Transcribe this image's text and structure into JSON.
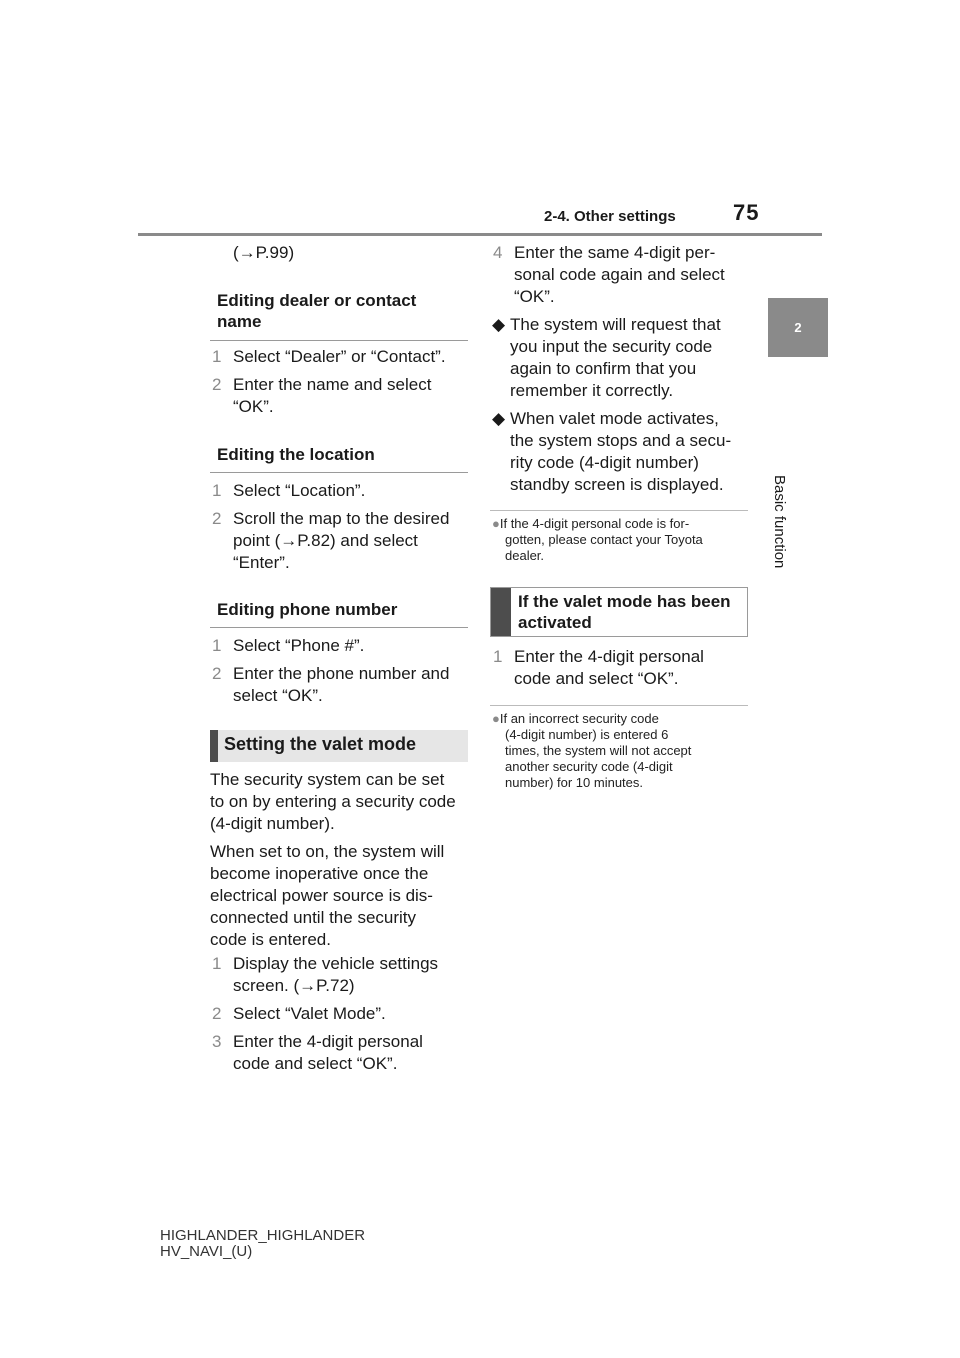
{
  "header": {
    "section_title": "2-4. Other settings",
    "page_number": "75",
    "tab_number": "2",
    "tab_label": "Basic function"
  },
  "left": {
    "ref_p99": "(→P.99)",
    "dealer_heading_1": "Editing dealer or contact",
    "dealer_heading_2": "name",
    "dealer_step1_num": "1",
    "dealer_step1": "Select “Dealer” or “Contact”.",
    "dealer_step2_num": "2",
    "dealer_step2_a": "Enter the name and select",
    "dealer_step2_b": "“OK”.",
    "location_heading": "Editing the location",
    "loc_step1_num": "1",
    "loc_step1": "Select “Location”.",
    "loc_step2_num": "2",
    "loc_step2_a": "Scroll the map to the desired",
    "loc_step2_b": "point (→P.82) and select",
    "loc_step2_c": "“Enter”.",
    "phone_heading": "Editing phone number",
    "phone_step1_num": "1",
    "phone_step1": "Select “Phone #”.",
    "phone_step2_num": "2",
    "phone_step2_a": "Enter the phone number and",
    "phone_step2_b": "select “OK”.",
    "valet_heading": "Setting the valet mode",
    "para1_l1": "The security system can be set",
    "para1_l2": "to on by entering a security code",
    "para1_l3": "(4-digit number).",
    "para2_l1": "When set to on, the system will",
    "para2_l2": "become inoperative once the",
    "para2_l3": "electrical power source is dis-",
    "para2_l4": "connected until the security",
    "para2_l5": "code is entered.",
    "v_step1_num": "1",
    "v_step1_a": "Display the vehicle settings",
    "v_step1_b": "screen. (→P.72)",
    "v_step2_num": "2",
    "v_step2": "Select “Valet Mode”.",
    "v_step3_num": "3",
    "v_step3_a": "Enter the 4-digit personal",
    "v_step3_b": "code and select “OK”."
  },
  "right": {
    "step4_num": "4",
    "step4_a": "Enter the same 4-digit per-",
    "step4_b": "sonal code again and select",
    "step4_c": "“OK”.",
    "bullet1_a": "The system will request that",
    "bullet1_b": "you input the security code",
    "bullet1_c": "again to confirm that you",
    "bullet1_d": "remember it correctly.",
    "bullet2_a": "When valet mode activates,",
    "bullet2_b": "the system stops and a secu-",
    "bullet2_c": "rity code (4-digit number)",
    "bullet2_d": "standby screen is displayed.",
    "note1_a": "If the 4-digit personal code is for-",
    "note1_b": "gotten, please contact your Toyota",
    "note1_c": "dealer.",
    "box_heading_1": "If the valet mode has been",
    "box_heading_2": "activated",
    "r_step1_num": "1",
    "r_step1_a": "Enter the 4-digit personal",
    "r_step1_b": "code and select “OK”.",
    "note2_a": "If an incorrect security code",
    "note2_b": "(4-digit number) is entered 6",
    "note2_c": "times, the system will not accept",
    "note2_d": "another security code (4-digit",
    "note2_e": "number) for 10 minutes."
  },
  "footer": {
    "line1": "HIGHLANDER_HIGHLANDER",
    "line2": "HV_NAVI_(U)"
  }
}
